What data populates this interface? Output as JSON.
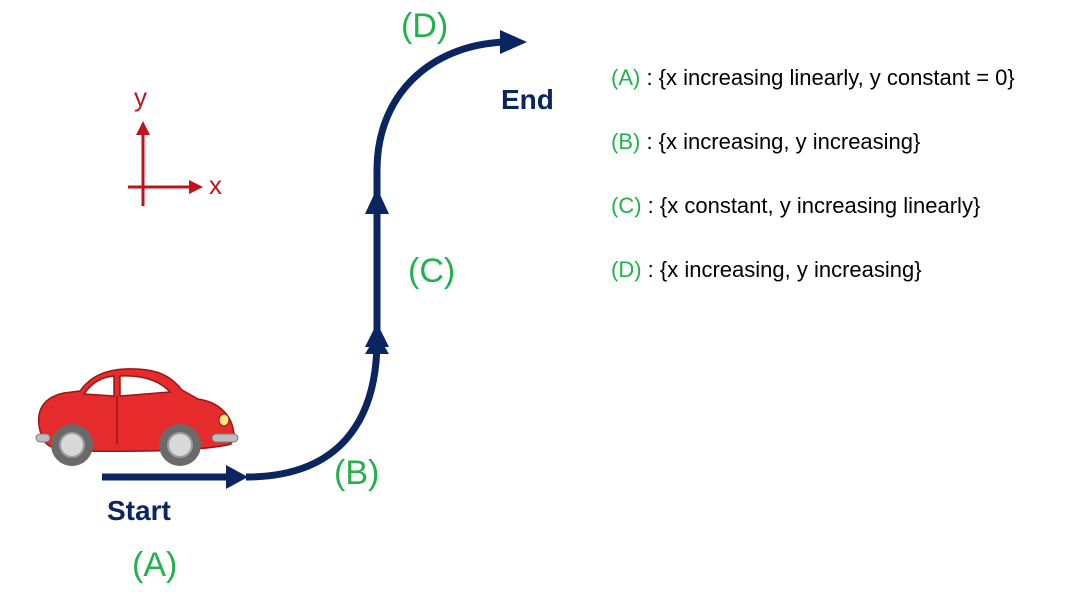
{
  "colors": {
    "path": "#0b2561",
    "segment_label": "#22b14c",
    "axes": "#c0141c",
    "car_body": "#e52b2b",
    "text": "#000000"
  },
  "axes": {
    "x_label": "x",
    "y_label": "y"
  },
  "path": {
    "start_label": "Start",
    "end_label": "End"
  },
  "segments": [
    {
      "label": "(A)"
    },
    {
      "label": "(B)"
    },
    {
      "label": "(C)"
    },
    {
      "label": "(D)"
    }
  ],
  "legend": {
    "separator": " : ",
    "rows": [
      {
        "label": "(A)",
        "description": "{x increasing linearly, y constant = 0}"
      },
      {
        "label": "(B)",
        "description": "{x increasing, y increasing}"
      },
      {
        "label": "(C)",
        "description": "{x constant, y increasing linearly}"
      },
      {
        "label": "(D)",
        "description": "{x increasing, y increasing}"
      }
    ]
  },
  "icons": {
    "vehicle": "car-icon"
  }
}
